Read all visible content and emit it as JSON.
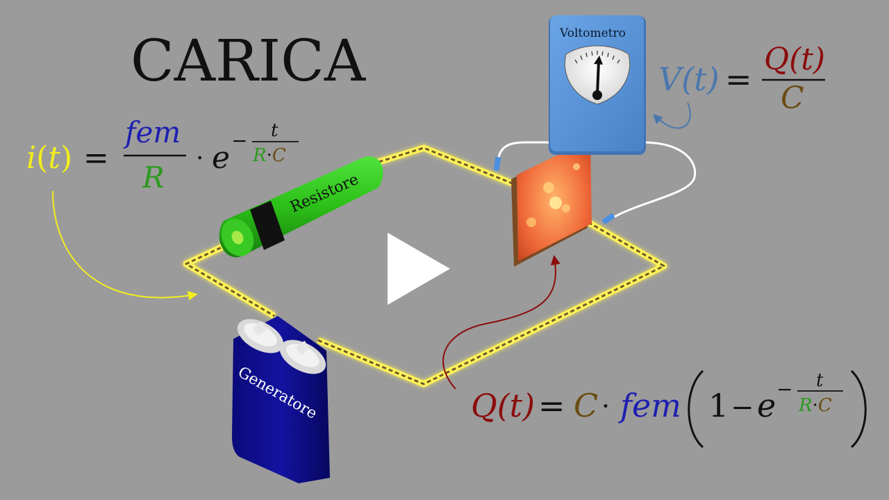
{
  "title": "CARICA",
  "labels": {
    "resistor": "Resistore",
    "voltmeter": "Voltometro",
    "generator": "Generatore"
  },
  "colors": {
    "background": "#9b9b9b",
    "current": "#f2ee1e",
    "fem": "#1d1fb0",
    "resistance": "#2b9a1e",
    "charge": "#8b0c0c",
    "capacitance": "#6a4c14",
    "voltage": "#4a77ad",
    "wire_glow": "#fff35a",
    "resistor_body": "#2fc21a",
    "battery_body": "#0a0a8c",
    "voltmeter_body": "#5b94d9"
  },
  "formula_current": {
    "lhs_i": "i",
    "lhs_open": "(",
    "lhs_t": "t",
    "lhs_close": ")",
    "eq": "=",
    "numerator": "fem",
    "denominator": "R",
    "dot": "·",
    "base": "e",
    "exp_minus": "−",
    "exp_numerator": "t",
    "exp_R": "R",
    "exp_dot": "·",
    "exp_C": "C"
  },
  "formula_voltage": {
    "lhs": "V(t)",
    "eq": "=",
    "numerator": "Q(t)",
    "denominator": "C"
  },
  "formula_charge": {
    "lhs": "Q(t)",
    "eq": "=",
    "C": "C",
    "dot": "·",
    "fem": "fem",
    "one": "1",
    "minus": "−",
    "base": "e",
    "exp_minus": "−",
    "exp_numerator": "t",
    "exp_R": "R",
    "exp_dot": "·",
    "exp_C": "C"
  },
  "play_button": {
    "icon": "play-icon"
  }
}
